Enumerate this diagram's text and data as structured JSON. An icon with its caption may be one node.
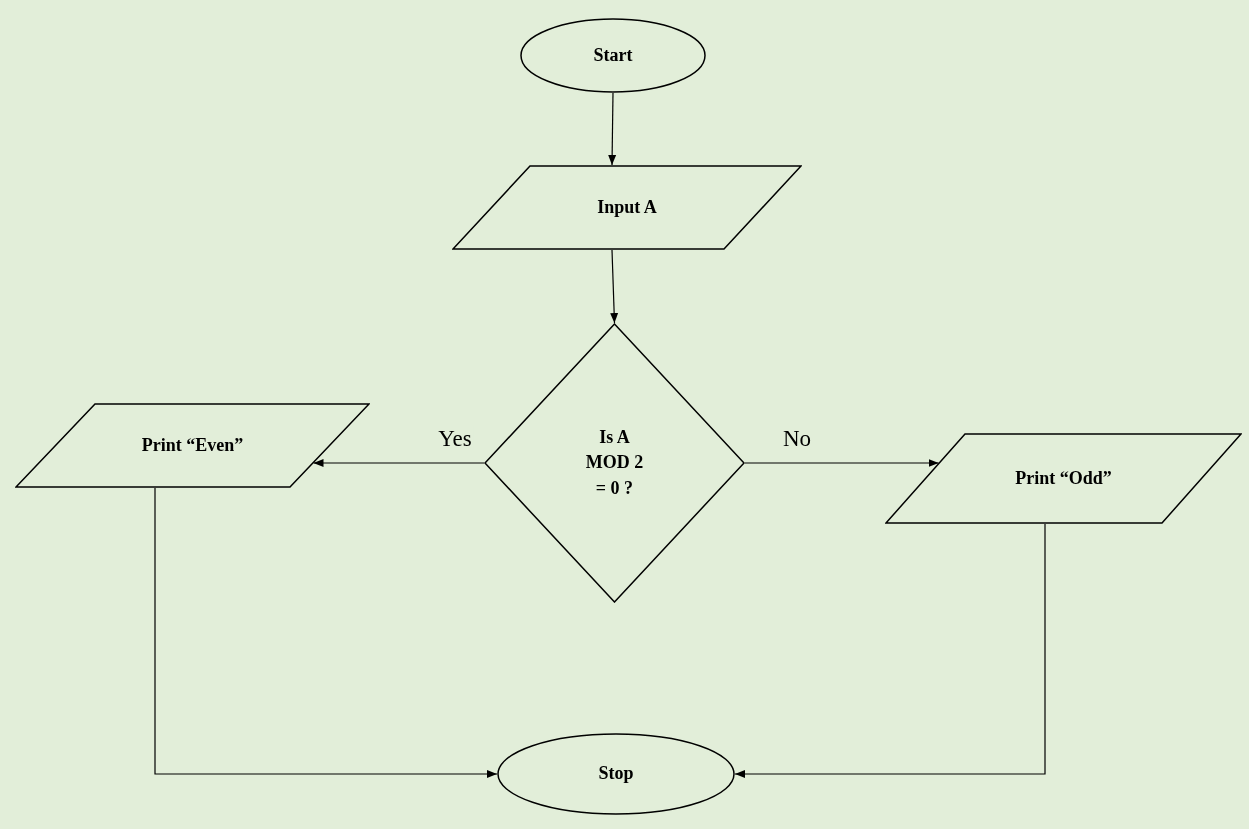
{
  "diagram": {
    "nodes": [
      {
        "text": [
          "Start"
        ]
      },
      {
        "text": [
          "Input A"
        ]
      },
      {
        "text": [
          "Is A MOD 2 = 0 ?"
        ]
      },
      {
        "text": [
          "Print “Even”"
        ]
      },
      {
        "text": [
          "Print “Odd”"
        ]
      },
      {
        "text": [
          "Stop"
        ]
      }
    ],
    "edges": [
      {
        "from": 0,
        "to": 1,
        "arrow": "to"
      },
      {
        "from": 1,
        "to": 2,
        "arrow": "to"
      },
      {
        "from": 2,
        "to": 3,
        "arrow": "to",
        "label": "Yes"
      },
      {
        "from": 2,
        "to": 4,
        "arrow": "to",
        "label": "No"
      },
      {
        "from": 3,
        "to": 5,
        "arrow": "to"
      },
      {
        "from": 4,
        "to": 5,
        "arrow": "to"
      }
    ]
  }
}
